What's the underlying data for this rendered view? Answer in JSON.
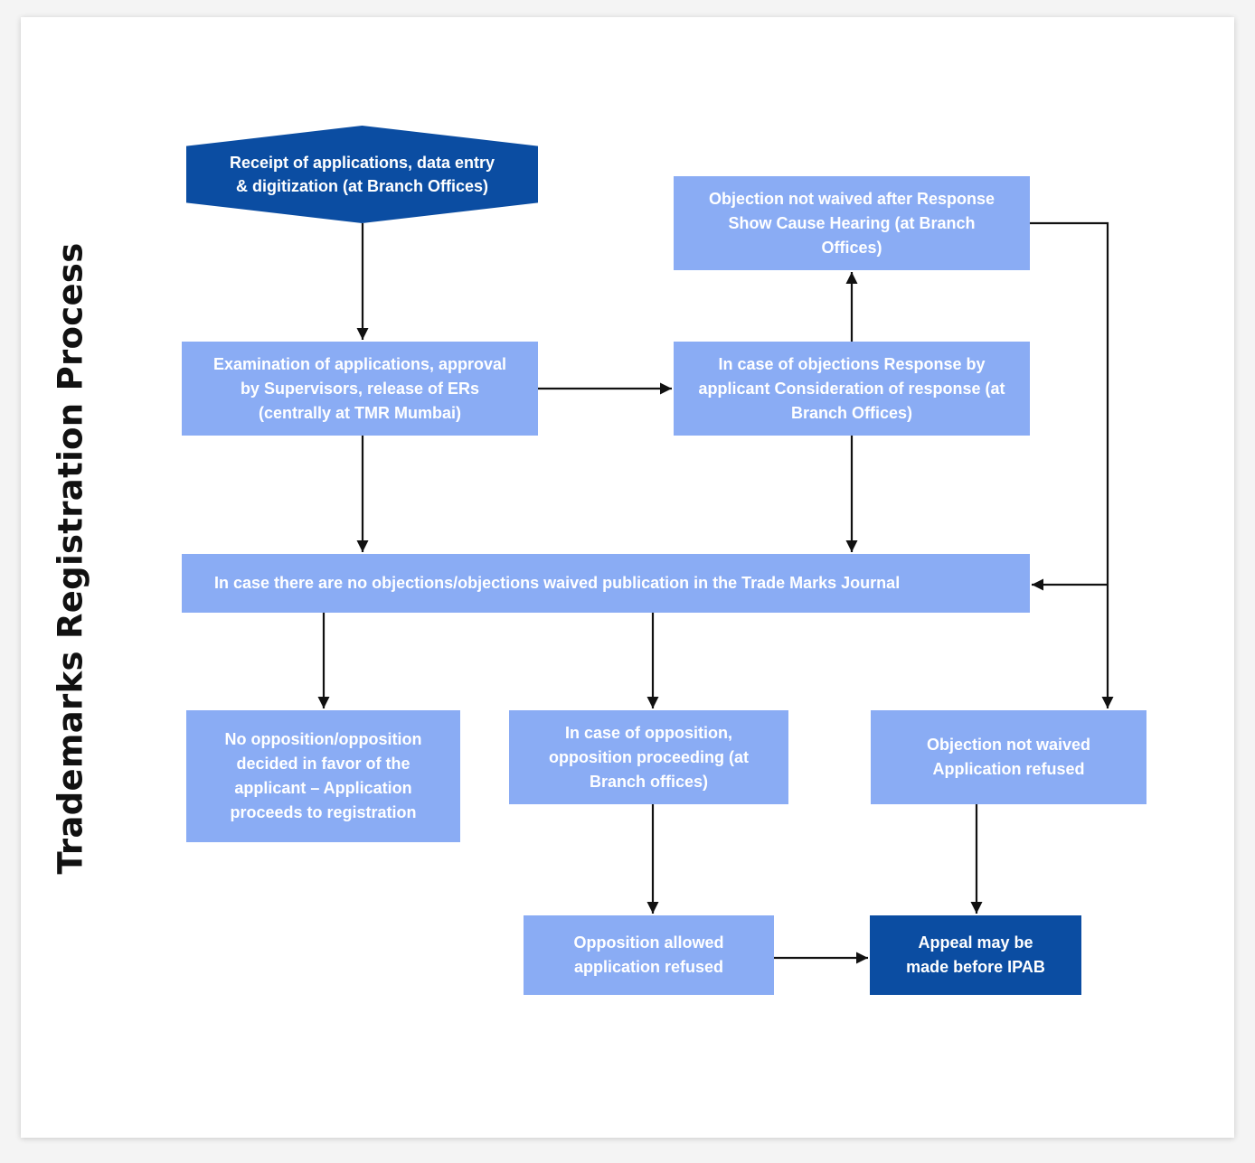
{
  "title": "Trademarks Registration Process",
  "colors": {
    "light_box": "#8aacf4",
    "dark_box": "#0b4da2",
    "connector": "#111111",
    "text": "#ffffff"
  },
  "nodes": {
    "receipt": "Receipt of applications, data entry & digitization (at Branch Offices)",
    "examination": "Examination of applications, approval by Supervisors, release of ERs (centrally at TMR Mumbai)",
    "objections_response": "In case of objections Response by applicant Consideration of response (at Branch Offices)",
    "show_cause": "Objection not waived after Response Show Cause Hearing (at Branch Offices)",
    "publication": "In case there are no objections/objections waived publication in the Trade Marks Journal",
    "no_opposition": "No opposition/opposition decided in favor of the applicant – Application proceeds to registration",
    "opposition_proceeding": "In case of opposition, opposition proceeding (at Branch offices)",
    "objection_refused": "Objection not waived Application refused",
    "opposition_allowed": "Opposition allowed application refused",
    "appeal": "Appeal may be made before IPAB"
  },
  "edges": [
    [
      "receipt",
      "examination"
    ],
    [
      "examination",
      "objections_response"
    ],
    [
      "examination",
      "publication"
    ],
    [
      "objections_response",
      "show_cause"
    ],
    [
      "objections_response",
      "publication"
    ],
    [
      "show_cause",
      "publication"
    ],
    [
      "show_cause",
      "objection_refused"
    ],
    [
      "publication",
      "no_opposition"
    ],
    [
      "publication",
      "opposition_proceeding"
    ],
    [
      "opposition_proceeding",
      "opposition_allowed"
    ],
    [
      "opposition_allowed",
      "appeal"
    ],
    [
      "objection_refused",
      "appeal"
    ]
  ]
}
